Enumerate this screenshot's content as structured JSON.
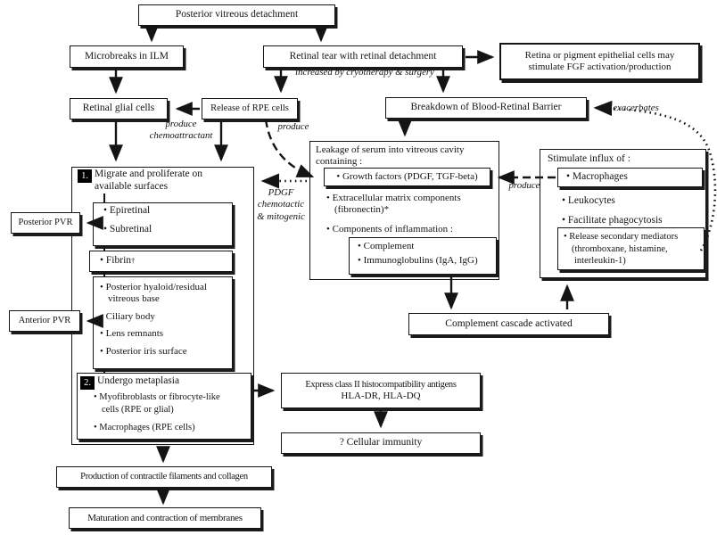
{
  "badges": {
    "one": "1.",
    "two": "2."
  },
  "boxes": {
    "pvd": "Posterior vitreous detachment",
    "microbreaks": "Microbreaks in ILM",
    "retinal_tear": "Retinal tear with retinal detachment",
    "retina_fgf_l1": "Retina or pigment epithelial cells may",
    "retina_fgf_l2": "stimulate FGF activation/production",
    "retinal_glial": "Retinal glial cells",
    "release_rpe": "Release of RPE cells",
    "breakdown_brb": "Breakdown of Blood-Retinal Barrier",
    "leakage_l1": "Leakage of serum into vitreous cavity",
    "leakage_l2": "containing :",
    "growth_factors": "• Growth factors (PDGF, TGF-beta)",
    "ecm_l1": "• Extracellular matrix components",
    "ecm_l2": "(fibronectin)*",
    "inflammation": "• Components of inflammation :",
    "complement": "• Complement",
    "immunoglobulins": "• Immunoglobulins (IgA, IgG)",
    "stimulate_influx": "Stimulate influx of :",
    "macrophages": "• Macrophages",
    "leukocytes": "• Leukocytes",
    "phagocytosis": "• Facilitate phagocytosis",
    "mediators_l1": "• Release secondary mediators",
    "mediators_l2": "(thromboxane, histamine,",
    "mediators_l3": "interleukin-1)",
    "complement_cascade": "Complement cascade activated",
    "posterior_pvr": "Posterior PVR",
    "anterior_pvr": "Anterior PVR",
    "step1": "Migrate and proliferate on available surfaces",
    "epiretinal": "• Epiretinal",
    "subretinal": "• Subretinal",
    "fibrin": "• Fibrin",
    "fibrin_sup": "†",
    "hyaloid_l1": "• Posterior hyaloid/residual",
    "hyaloid_l2": "vitreous base",
    "ciliary": "• Ciliary body",
    "lens": "• Lens remnants",
    "iris": "• Posterior iris surface",
    "step2": "Undergo metaplasia",
    "myofib_l1": "• Myofibroblasts or fibrocyte-like",
    "myofib_l2": "cells (RPE or glial)",
    "macrophages_rpe": "• Macrophages (RPE cells)",
    "express_l1": "Express class II histocompatibility antigens",
    "express_l2": "HLA-DR, HLA-DQ",
    "cellular_immunity": "? Cellular immunity",
    "production": "Production of contractile filaments and collagen",
    "maturation": "Maturation and contraction of membranes"
  },
  "labels": {
    "increased": "increased by cryotherapy & surgery",
    "produce_chemo_l1": "produce",
    "produce_chemo_l2": "chemoattractant",
    "produce_rpe": "produce",
    "produce_macrophages": "produce",
    "exacerbates": "exacerbates",
    "pdgf_l1": "PDGF",
    "pdgf_l2": "chemotactic",
    "pdgf_l3": "& mitogenic"
  },
  "colors": {
    "ink": "#141414",
    "paper": "#ffffff"
  }
}
